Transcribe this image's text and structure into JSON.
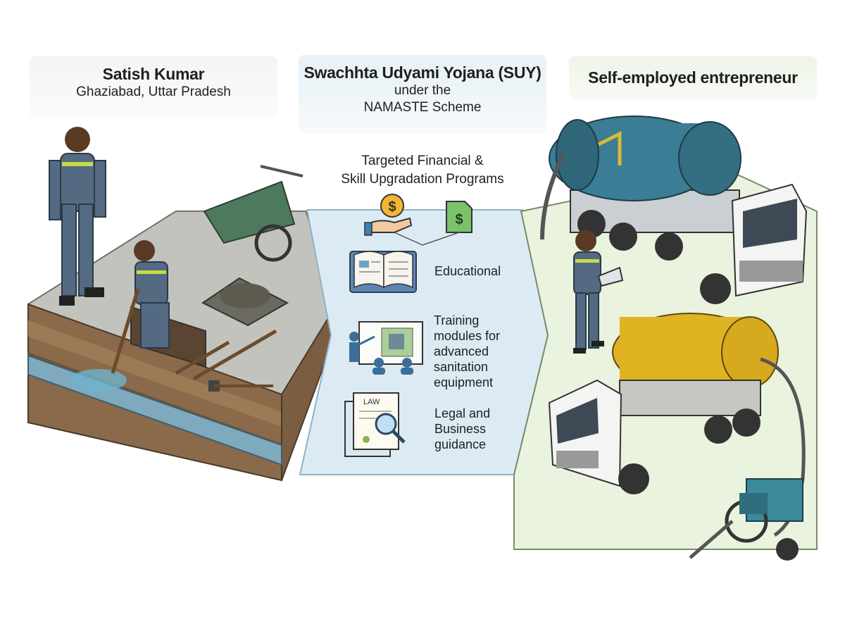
{
  "left": {
    "name": "Satish Kumar",
    "location": "Ghaziabad, Uttar Pradesh"
  },
  "middle": {
    "scheme_title": "Swachhta Udyami Yojana (SUY)",
    "under_the": "under the",
    "scheme_parent": "NAMASTE Scheme",
    "programs_line1": "Targeted Financial &",
    "programs_line2": "Skill Upgradation Programs",
    "items": [
      {
        "icon": "book-icon",
        "lines": [
          "Educational"
        ]
      },
      {
        "icon": "training-board-icon",
        "lines": [
          "Training",
          "modules for",
          "advanced sanitation",
          "equipment"
        ]
      },
      {
        "icon": "law-document-icon",
        "lines": [
          "Legal and",
          "Business",
          "guidance"
        ]
      }
    ],
    "law_tag": "LAW"
  },
  "right": {
    "title": "Self-employed entrepreneur"
  },
  "colors": {
    "middle_panel": "#dcebf3",
    "right_platform": "#e9f3de",
    "left_ground": "#bcbcb8",
    "blue_tanker": "#3a7d94",
    "yellow_tanker": "#e0b322"
  }
}
